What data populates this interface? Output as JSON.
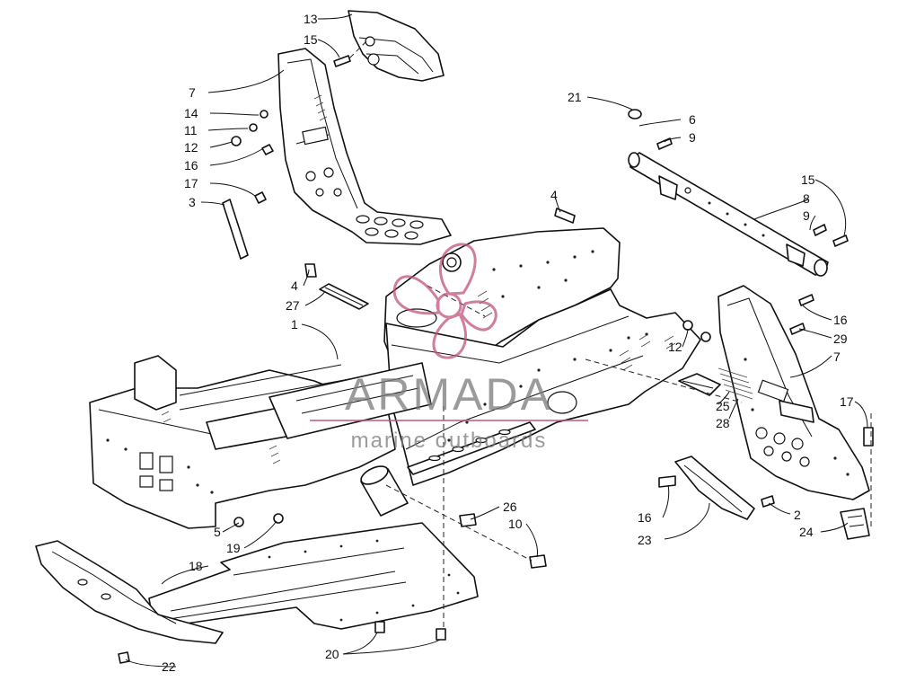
{
  "watermark": {
    "brand": "ARMADA",
    "tagline": "marine outboards",
    "color": "#c2527d",
    "text_color": "#7a7a7a"
  },
  "callouts": [
    {
      "id": "c13",
      "text": "13"
    },
    {
      "id": "c15a",
      "text": "15"
    },
    {
      "id": "c7a",
      "text": "7"
    },
    {
      "id": "c14",
      "text": "14"
    },
    {
      "id": "c11",
      "text": "11"
    },
    {
      "id": "c12a",
      "text": "12"
    },
    {
      "id": "c16a",
      "text": "16"
    },
    {
      "id": "c17a",
      "text": "17"
    },
    {
      "id": "c3",
      "text": "3"
    },
    {
      "id": "c4a",
      "text": "4"
    },
    {
      "id": "c4b",
      "text": "4"
    },
    {
      "id": "c27",
      "text": "27"
    },
    {
      "id": "c1",
      "text": "1"
    },
    {
      "id": "c21",
      "text": "21"
    },
    {
      "id": "c6",
      "text": "6"
    },
    {
      "id": "c9a",
      "text": "9"
    },
    {
      "id": "c15b",
      "text": "15"
    },
    {
      "id": "c8",
      "text": "8"
    },
    {
      "id": "c9b",
      "text": "9"
    },
    {
      "id": "c16b",
      "text": "16"
    },
    {
      "id": "c29",
      "text": "29"
    },
    {
      "id": "c12b",
      "text": "12"
    },
    {
      "id": "c7b",
      "text": "7"
    },
    {
      "id": "c25",
      "text": "25"
    },
    {
      "id": "c28",
      "text": "28"
    },
    {
      "id": "c17b",
      "text": "17"
    },
    {
      "id": "c5",
      "text": "5"
    },
    {
      "id": "c19",
      "text": "19"
    },
    {
      "id": "c18",
      "text": "18"
    },
    {
      "id": "c26",
      "text": "26"
    },
    {
      "id": "c10",
      "text": "10"
    },
    {
      "id": "c16c",
      "text": "16"
    },
    {
      "id": "c2",
      "text": "2"
    },
    {
      "id": "c23",
      "text": "23"
    },
    {
      "id": "c24",
      "text": "24"
    },
    {
      "id": "c20",
      "text": "20"
    },
    {
      "id": "c22",
      "text": "22"
    }
  ]
}
